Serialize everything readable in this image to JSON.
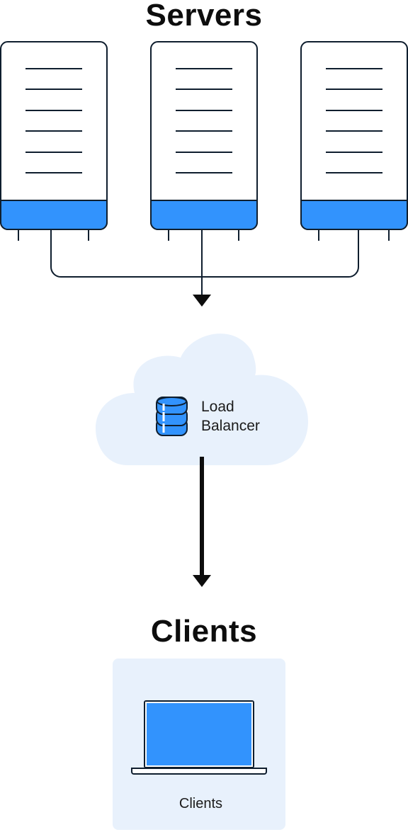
{
  "diagram": {
    "servers_title": "Servers",
    "clients_title": "Clients",
    "load_balancer": {
      "line1": "Load",
      "line2": "Balancer"
    },
    "clients_label": "Clients",
    "server_count": 3
  },
  "colors": {
    "accent_blue": "#3293fd",
    "stroke_dark": "#0f1e2e",
    "cloud_fill": "#e8f1fc",
    "panel_fill": "#e8f1fc"
  },
  "icons": {
    "server": "server-rack-icon",
    "load_balancer": "database-stack-icon",
    "laptop": "laptop-icon"
  }
}
